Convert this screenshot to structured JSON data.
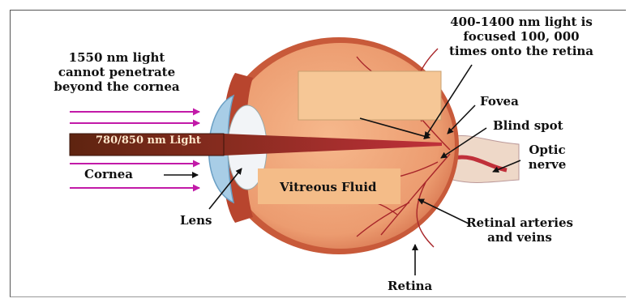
{
  "labels": {
    "wavelength_1550": [
      "1550 nm light",
      "cannot penetrate",
      "beyond the cornea"
    ],
    "wavelength_400_1400": [
      "400-1400 nm light is",
      "focused 100, 000",
      "times onto the retina"
    ],
    "beam": "780/850 nm Light",
    "cornea": "Cornea",
    "lens": "Lens",
    "vitreous": "Vitreous Fluid",
    "fovea": "Fovea",
    "blind_spot": "Blind spot",
    "optic_nerve": [
      "Optic",
      "nerve"
    ],
    "retinal_vessels": [
      "Retinal arteries",
      "and veins"
    ],
    "retina": "Retina"
  },
  "colors": {
    "eyeball": "#eea076",
    "sclera_edge": "#b4442c",
    "beam_start": "#6b2a12",
    "beam_end": "#c0303a",
    "magenta_rays": "#c21aa8",
    "cornea_blue": "#a8cde6",
    "label_box": "#f6c796"
  }
}
